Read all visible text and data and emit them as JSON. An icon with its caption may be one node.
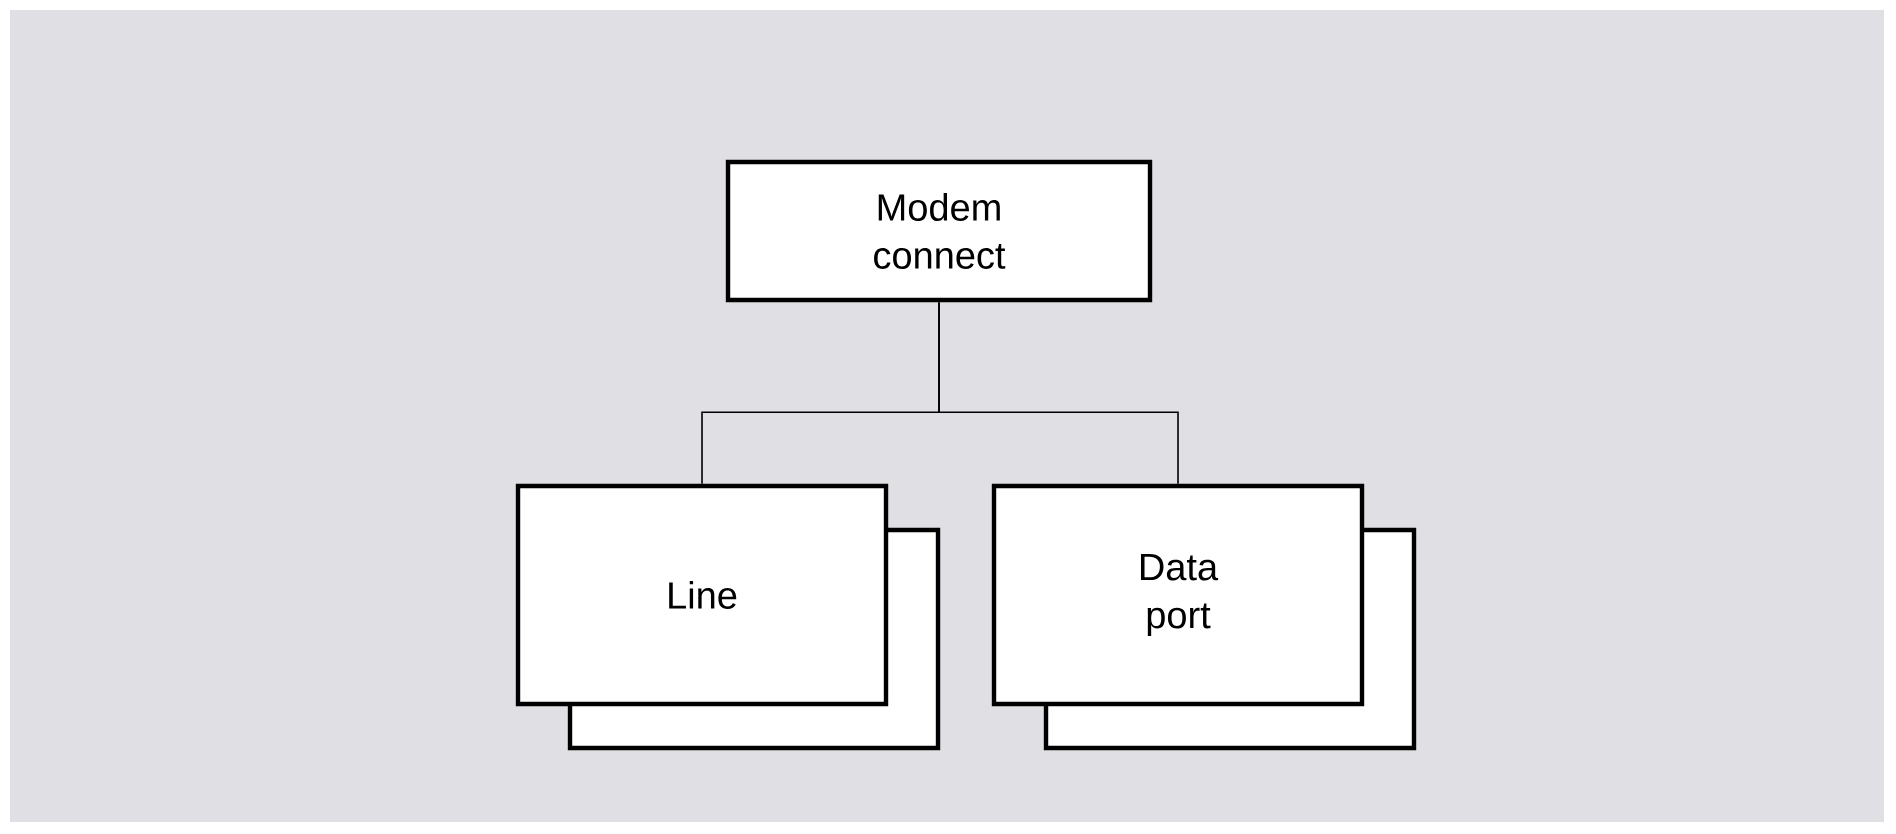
{
  "diagram": {
    "nodes": [
      {
        "text": [
          "Modem connect"
        ]
      },
      {
        "text": [
          "Line"
        ]
      },
      {
        "text": [
          "Data port"
        ]
      }
    ],
    "edges": [
      {
        "from": 0,
        "to": 1,
        "arrow": "none"
      },
      {
        "from": 0,
        "to": 2,
        "arrow": "none"
      }
    ]
  }
}
